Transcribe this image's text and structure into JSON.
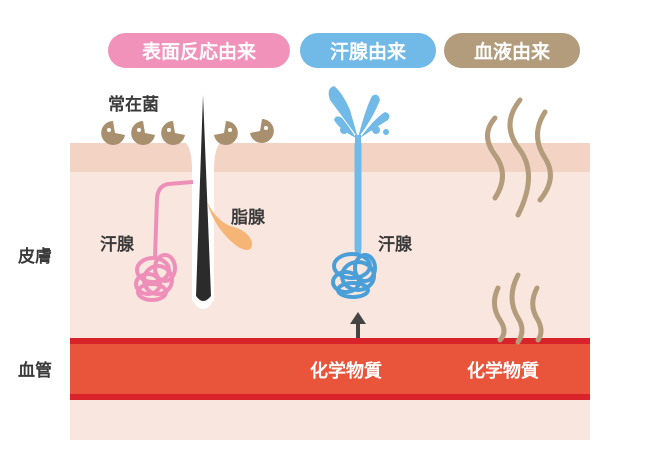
{
  "categories": {
    "surface": {
      "label": "表面反応由来",
      "color": "#f192bb"
    },
    "sweat": {
      "label": "汗腺由来",
      "color": "#71b9e6"
    },
    "blood": {
      "label": "血液由来",
      "color": "#b39c7c"
    }
  },
  "labels": {
    "resident_bacteria": "常在菌",
    "sebaceous_gland": "脂腺",
    "sweat_gland_left": "汗腺",
    "sweat_gland_right": "汗腺",
    "chemical_left": "化学物質",
    "chemical_right": "化学物質"
  },
  "side_labels": {
    "skin": "皮膚",
    "blood_vessel": "血管"
  },
  "colors": {
    "skin_top": "#f3d3c4",
    "skin_body": "#f9e7df",
    "vessel": "#e9553a",
    "vessel_border": "#d8232b"
  }
}
